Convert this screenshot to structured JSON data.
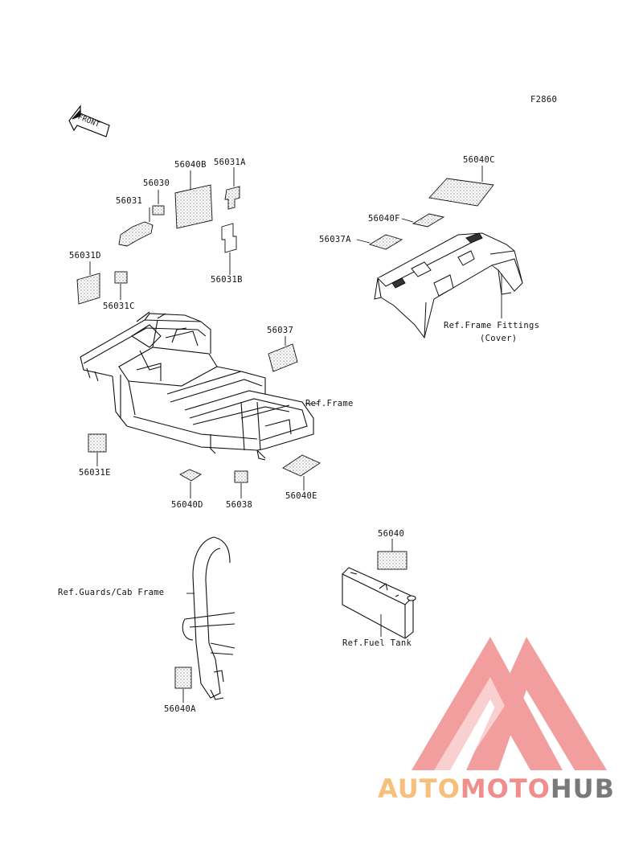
{
  "diagram": {
    "code": "F2860",
    "front_arrow": "FRONT",
    "parts": [
      "56040B",
      "56031A",
      "56030",
      "56031",
      "56031D",
      "56031C",
      "56031B",
      "56040C",
      "56040F",
      "56037A",
      "56037",
      "56031E",
      "56040D",
      "56038",
      "56040E",
      "56040",
      "56040A"
    ],
    "refs": {
      "frame": "Ref.Frame",
      "frame_fittings": "Ref.Frame Fittings",
      "cover": "(Cover)",
      "guards": "Ref.Guards/Cab Frame",
      "fuel_tank": "Ref.Fuel Tank"
    }
  },
  "watermark": {
    "part1": "AUTO",
    "part2": "MOTO",
    "part3": "HUB",
    "colors": {
      "auto": "#f6c07a",
      "moto": "#f08e8e",
      "hub": "#7a7a7a",
      "logo": "#f08e8e"
    }
  }
}
